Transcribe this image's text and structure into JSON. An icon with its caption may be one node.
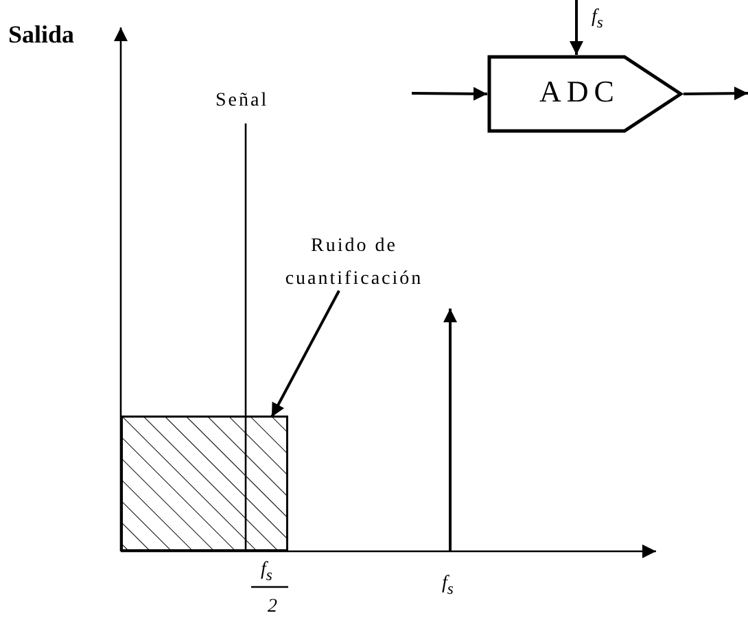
{
  "diagram": {
    "nodes": [
      {
        "text": [
          "ADC"
        ]
      },
      {
        "text": [
          "Ruido de cuantificación"
        ]
      },
      {
        "text": [],
        "shape": "box"
      }
    ],
    "edges": [
      {
        "from": null,
        "to": 0,
        "arrow": "to"
      },
      {
        "from": null,
        "to": 0,
        "arrow": "to"
      },
      {
        "from": 0,
        "to": null,
        "arrow": "to"
      },
      {
        "from": 1,
        "to": 2,
        "arrow": "to"
      }
    ],
    "labels": [
      "Salida",
      "*f*$_{s}$",
      "Señal",
      "*f*$_{s}$",
      "*f*$_{s}$",
      "2"
    ]
  }
}
